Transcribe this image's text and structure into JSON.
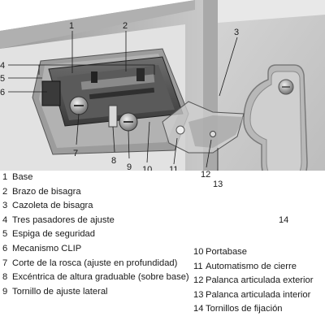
{
  "callouts": [
    "1",
    "2",
    "3",
    "4",
    "5",
    "6",
    "7",
    "8",
    "9",
    "10",
    "11",
    "12",
    "13",
    "14"
  ],
  "legend": {
    "left": [
      {
        "num": "1",
        "text": "Base"
      },
      {
        "num": "2",
        "text": "Brazo de bisagra"
      },
      {
        "num": "3",
        "text": "Cazoleta de bisagra"
      },
      {
        "num": "4",
        "text": "Tres pasadores de ajuste"
      },
      {
        "num": "5",
        "text": "Espiga de seguridad"
      },
      {
        "num": "6",
        "text": "Mecanismo CLIP"
      },
      {
        "num": "7",
        "text": "Corte de la rosca (ajuste en profundidad)"
      },
      {
        "num": "8",
        "text": "Excéntrica de altura graduable (sobre base)"
      },
      {
        "num": "9",
        "text": "Tornillo de ajuste lateral"
      }
    ],
    "right": [
      {
        "num": "10",
        "text": "Portabase"
      },
      {
        "num": "11",
        "text": "Automatismo de cierre"
      },
      {
        "num": "12",
        "text": "Palanca articulada exterior"
      },
      {
        "num": "13",
        "text": "Palanca articulada interior"
      },
      {
        "num": "14",
        "text": "Tornillos de fijación"
      }
    ]
  }
}
